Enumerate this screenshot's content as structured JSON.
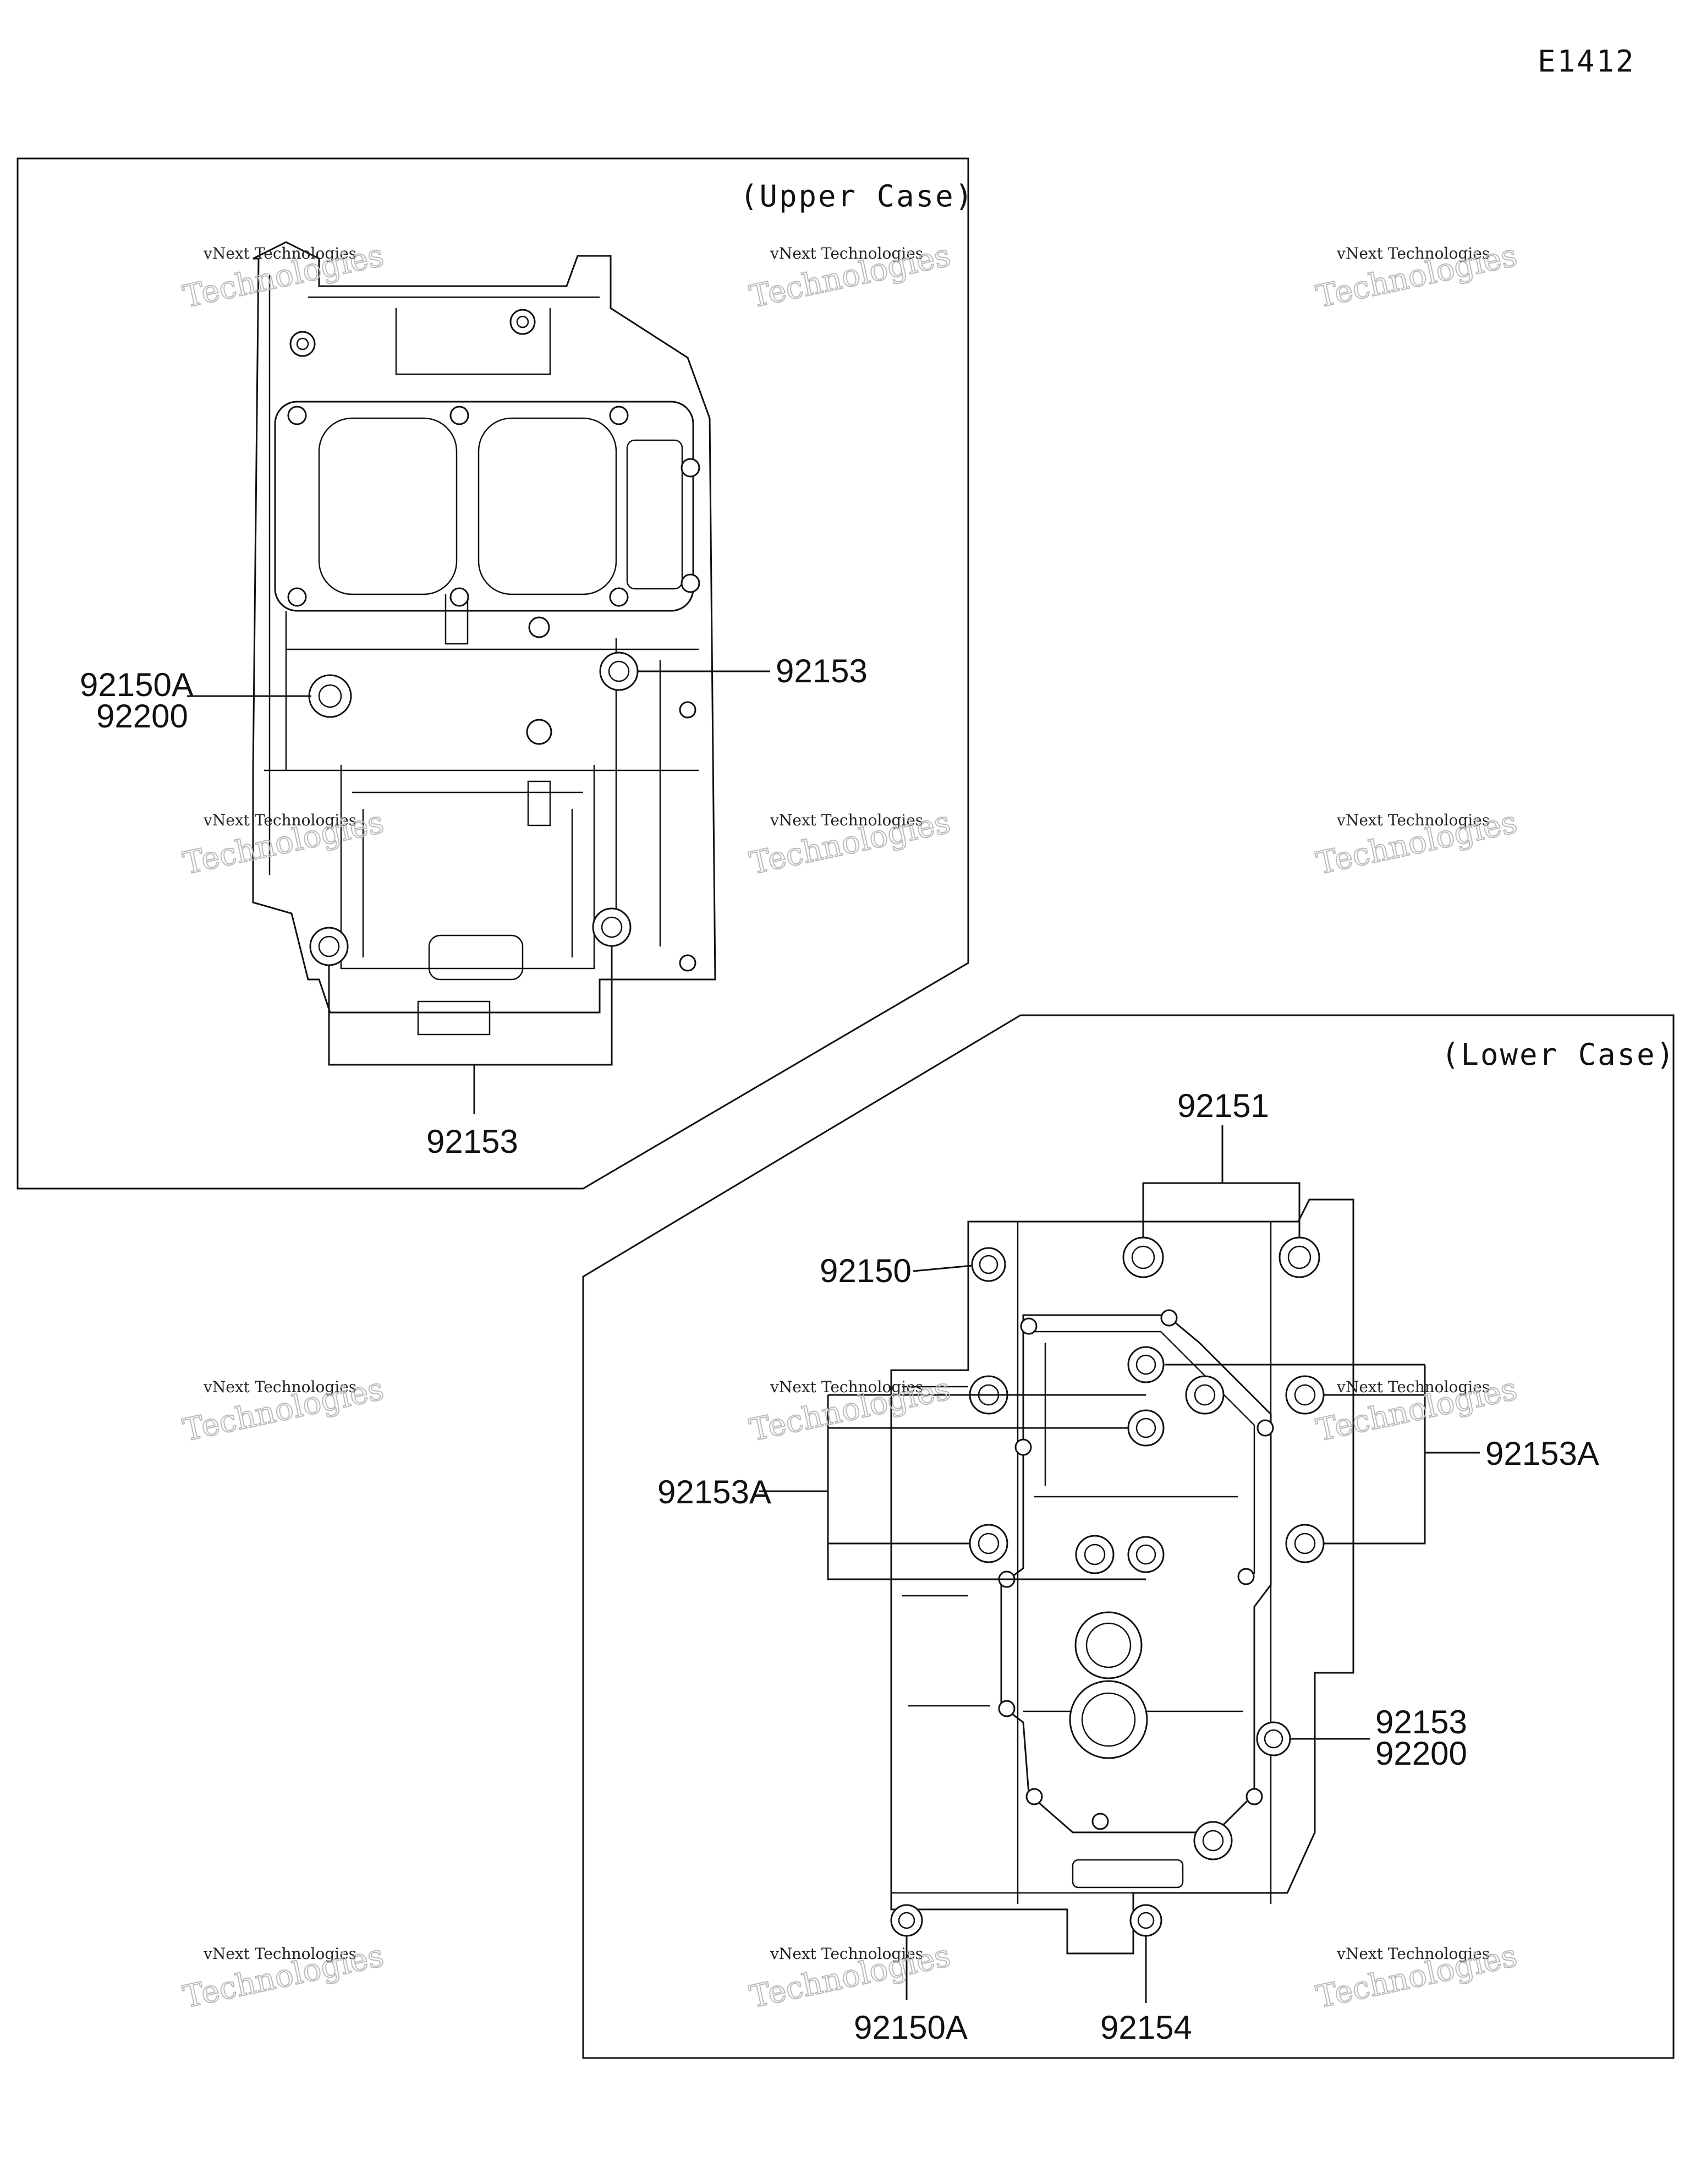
{
  "diagram": {
    "code": "E1412",
    "upper_case_title": "(Upper Case)",
    "lower_case_title": "(Lower Case)",
    "watermark_line1": "vNext Technologies",
    "watermark_line2": "Technologies",
    "upper_labels": {
      "left_a": "92150A",
      "left_b": "92200",
      "right": "92153",
      "bottom": "92153"
    },
    "lower_labels": {
      "top": "92151",
      "left_top": "92150",
      "left_mid": "92153A",
      "right_mid": "92153A",
      "right_low_a": "92153",
      "right_low_b": "92200",
      "bottom_left": "92150A",
      "bottom_mid": "92154"
    }
  }
}
